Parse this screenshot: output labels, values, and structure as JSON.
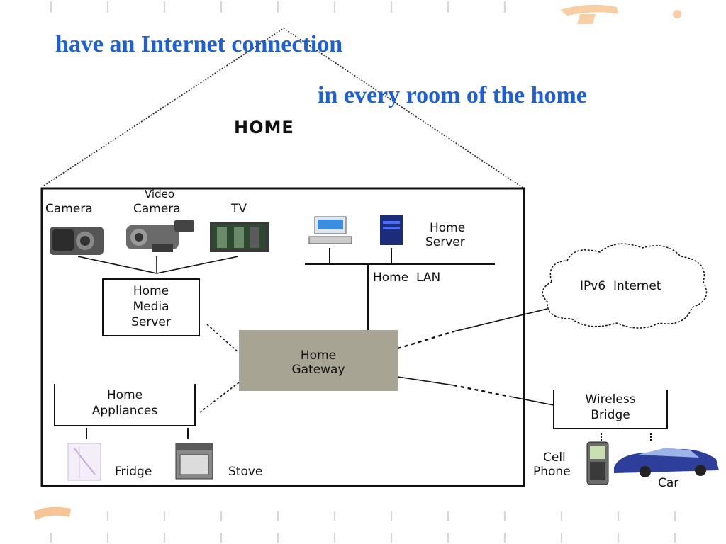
{
  "headlines": {
    "line1": "have an Internet connection",
    "line2": "in every room of the home"
  },
  "house": {
    "title": "HOME"
  },
  "devices": {
    "camera": "Camera",
    "video_camera_top": "Video",
    "video_camera_bottom": "Camera",
    "tv": "TV",
    "home_server_top": "Home",
    "home_server_bottom": "Server",
    "fridge": "Fridge",
    "stove": "Stove",
    "cell_phone_top": "Cell",
    "cell_phone_bottom": "Phone",
    "car": "Car"
  },
  "nodes": {
    "media_server": [
      "Home",
      "Media",
      "Server"
    ],
    "home_lan": "Home  LAN",
    "gateway": [
      "Home",
      "Gateway"
    ],
    "appliances": [
      "Home",
      "Appliances"
    ],
    "internet": "IPv6  Internet",
    "wireless_bridge": [
      "Wireless",
      "Bridge"
    ]
  },
  "colors": {
    "headline": "#1f5fd6",
    "gateway": "#a8a493",
    "accent_decoration": "#f5a14a"
  }
}
